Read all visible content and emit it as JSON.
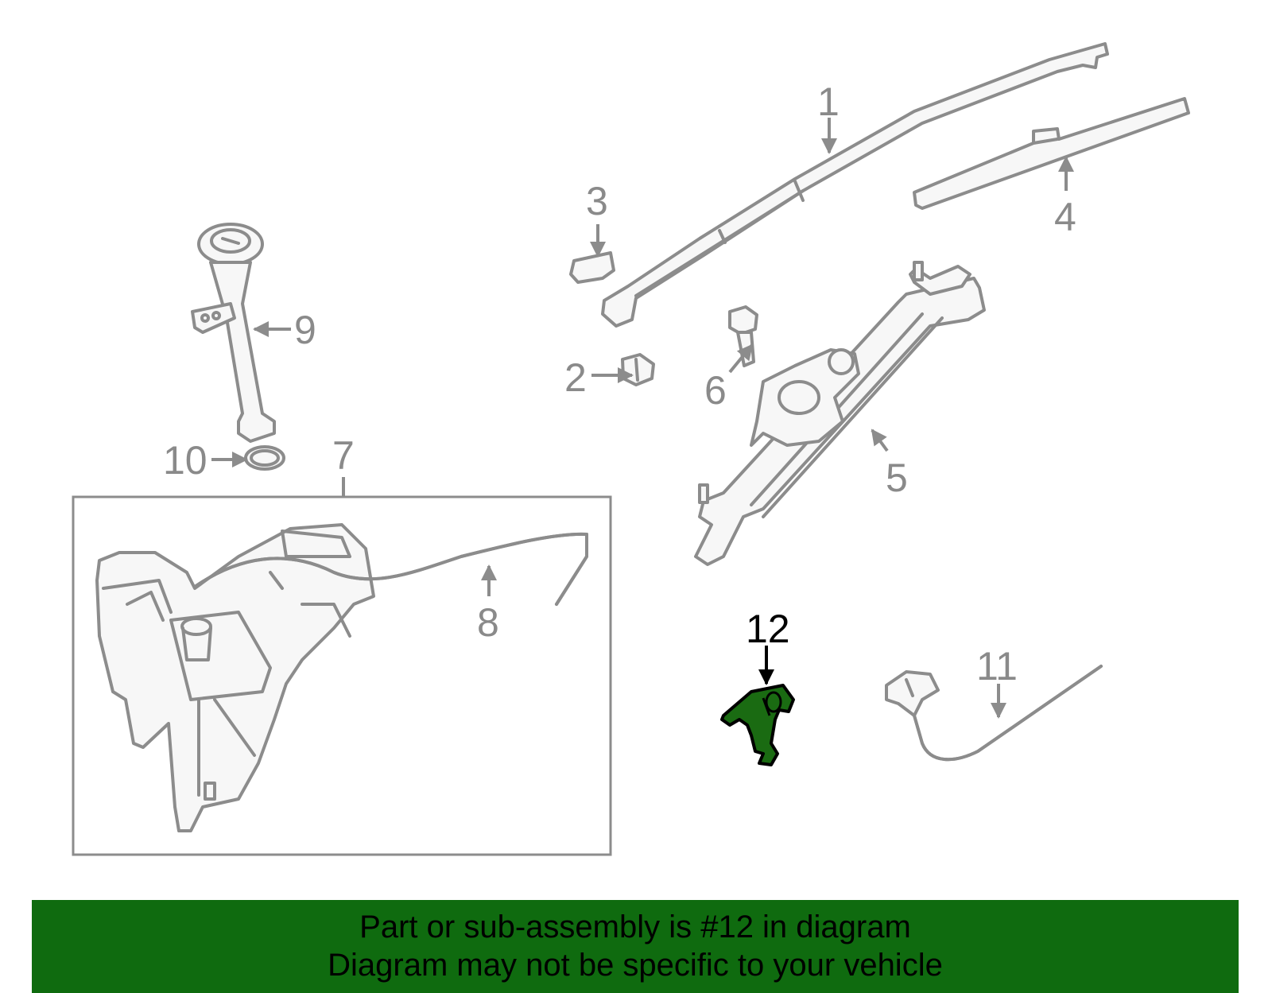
{
  "callouts": {
    "c1": "1",
    "c2": "2",
    "c3": "3",
    "c4": "4",
    "c5": "5",
    "c6": "6",
    "c7": "7",
    "c8": "8",
    "c9": "9",
    "c10": "10",
    "c11": "11",
    "c12": "12"
  },
  "highlight": {
    "part_number": "12",
    "color": "#1a6b12"
  },
  "banner": {
    "line1": "Part or sub-assembly is #12 in diagram",
    "line2": "Diagram may not be specific to your vehicle",
    "background": "#0f6b0f"
  }
}
